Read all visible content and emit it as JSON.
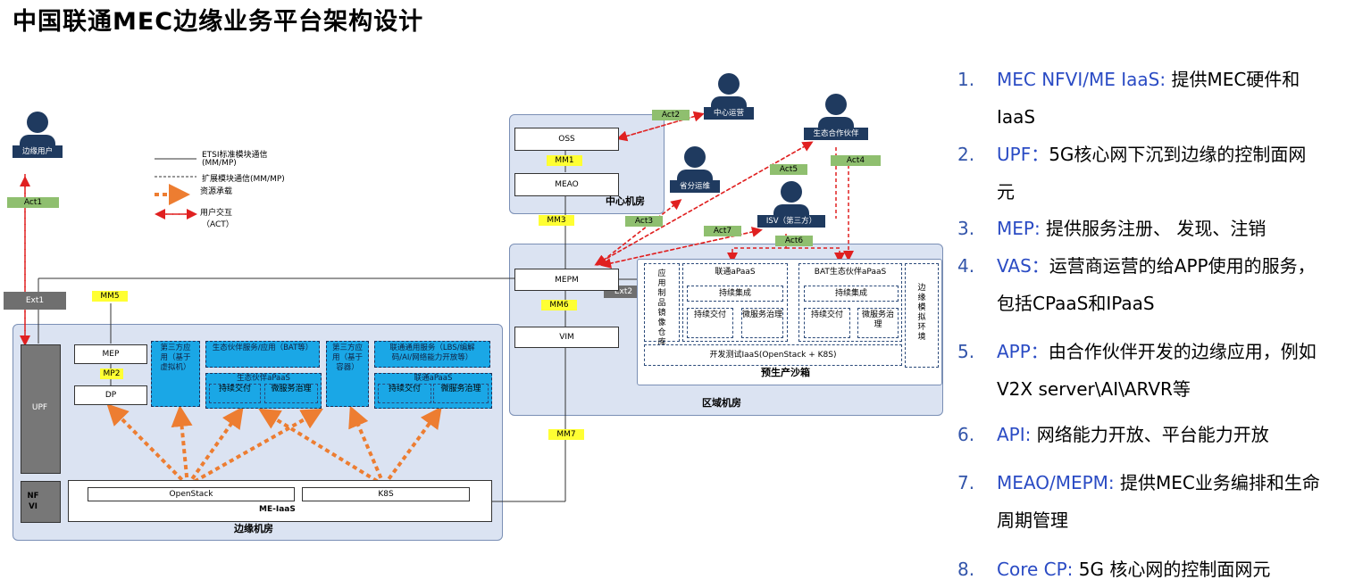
{
  "title": "中国联通MEC边缘业务平台架构设计",
  "legend": {
    "etsi": "ETSI标准模块通信",
    "etsi_sub": "(MM/MP)",
    "ext": "扩展模块通信(MM/MP)",
    "resource": "资源承载",
    "user": "用户交互",
    "user_sub": "（ACT）"
  },
  "actors": {
    "edge_user": "边缘用户",
    "center_ops": "中心运营",
    "partner": "生态合作伙伴",
    "province_ops": "省分运维",
    "isv": "ISV（第三方）"
  },
  "links": {
    "act1": "Act1",
    "act2": "Act2",
    "act3": "Act3",
    "act4": "Act4",
    "act5": "Act5",
    "act6": "Act6",
    "act7": "Act7",
    "ext1": "Ext1",
    "ext2": "Ext2",
    "mm1": "MM1",
    "mm3": "MM3",
    "mm5": "MM5",
    "mm6": "MM6",
    "mm7": "MM7",
    "mp2": "MP2"
  },
  "center": {
    "label": "中心机房",
    "oss": "OSS",
    "meao": "MEAO"
  },
  "region": {
    "label": "区域机房",
    "mepm": "MEPM",
    "vim": "VIM",
    "sandbox_label": "预生产沙箱",
    "image_warehouse": "应用制品镜像仓库",
    "unicom_paas": "联通aPaaS",
    "bat_paas": "BAT生态伙伴aPaaS",
    "ci": "持续集成",
    "cd": "持续交付",
    "mesh": "微服务治理",
    "env": "边缘模拟环境",
    "dev_iaas": "开发测试IaaS(OpenStack + K8S)"
  },
  "edge": {
    "label": "边缘机房",
    "upf": "UPF",
    "nfvi": "NFVI",
    "mep": "MEP",
    "dp": "DP",
    "third_vm": "第三方应用（基于虚拟机）",
    "eco_service": "生态伙伴服务/应用（BAT等）",
    "eco_paas": "生态伙伴aPaaS",
    "third_container": "第三方应用（基于容器）",
    "unicom_service": "联通通用服务（LBS/编解码/AI/网络能力开放等）",
    "unicom_paas": "联通aPaaS",
    "cd": "持续交付",
    "mesh": "微服务治理",
    "openstack": "OpenStack",
    "k8s": "K8S",
    "me_iaas": "ME-IaaS"
  },
  "list": [
    {
      "num": "1.",
      "key": "MEC NFVI/ME IaaS:",
      "text": " 提供MEC硬件和",
      "cont": "IaaS"
    },
    {
      "num": "2.",
      "key": "UPF：",
      "text": "5G核心网下沉到边缘的控制面网",
      "cont": "元"
    },
    {
      "num": "3.",
      "key": "MEP:",
      "text": " 提供服务注册、 发现、注销",
      "cont": ""
    },
    {
      "num": "4.",
      "key": "VAS：",
      "text": "运营商运营的给APP使用的服务，",
      "cont": "包括CPaaS和IPaaS"
    },
    {
      "num": "5.",
      "key": "APP：",
      "text": "由合作伙伴开发的边缘应用，例如",
      "cont": "V2X server\\AI\\ARVR等"
    },
    {
      "num": "6.",
      "key": "API:",
      "text": " 网络能力开放、平台能力开放",
      "cont": ""
    },
    {
      "num": "7.",
      "key": "MEAO/MEPM:",
      "text": " 提供MEC业务编排和生命",
      "cont": "周期管理"
    },
    {
      "num": "8.",
      "key": "Core CP:",
      "text": "  5G 核心网的控制面网元",
      "cont": ""
    }
  ],
  "colors": {
    "accent_blue": "#2a4bc4",
    "room_fill": "#dbe3f2",
    "app_blue": "#1aa7e6",
    "mm_yellow": "#ffff33",
    "act_green": "#8fbf6f",
    "resource_orange": "#ed7d31",
    "act_red": "#e02020"
  }
}
